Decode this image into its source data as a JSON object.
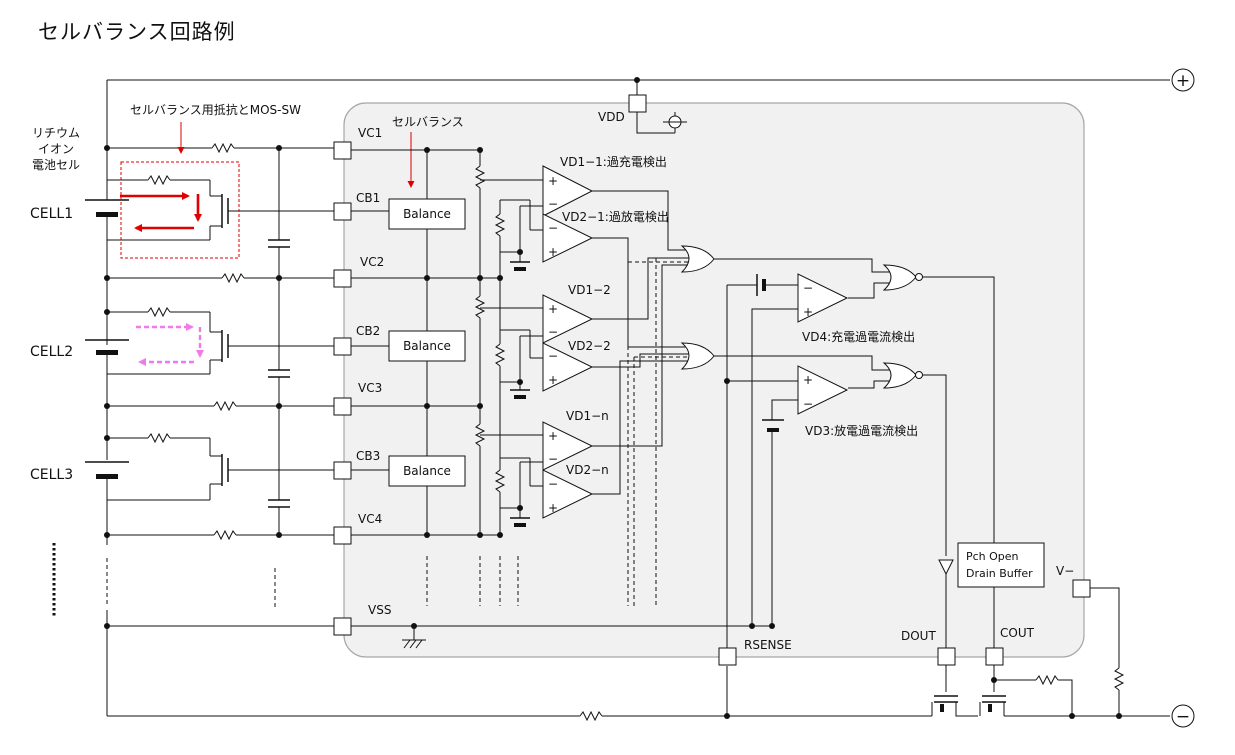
{
  "title": "セルバランス回路例",
  "labels": {
    "cell_header_1": "リチウム",
    "cell_header_2": "イオン",
    "cell_header_3": "電池セル",
    "resistor_note": "セルバランス用抵抗とMOS-SW",
    "balance_note": "セルバランス",
    "cell1": "CELL1",
    "cell2": "CELL2",
    "cell3": "CELL3",
    "vdd": "VDD",
    "vc1": "VC1",
    "cb1": "CB1",
    "vc2": "VC2",
    "cb2": "CB2",
    "vc3": "VC3",
    "cb3": "CB3",
    "vc4": "VC4",
    "vss": "VSS",
    "rsense": "RSENSE",
    "dout": "DOUT",
    "cout": "COUT",
    "vminus": "V−",
    "plus": "+",
    "minus": "−",
    "balance": "Balance",
    "vd1_1": "VD1−1:過充電検出",
    "vd2_1": "VD2−1:過放電検出",
    "vd1_2": "VD1−2",
    "vd2_2": "VD2−2",
    "vd1_n": "VD1−n",
    "vd2_n": "VD2−n",
    "vd4": "VD4:充電過電流検出",
    "vd3": "VD3:放電過電流検出",
    "buffer_line1": "Pch Open",
    "buffer_line2": "Drain Buffer",
    "op_plus": "+",
    "op_minus": "−"
  },
  "colors": {
    "wire": "#111111",
    "ic_fill": "#f1f1f1",
    "ic_border": "#a6a6a6",
    "highlight_red": "#e00000",
    "highlight_pink": "#f07ae8"
  }
}
